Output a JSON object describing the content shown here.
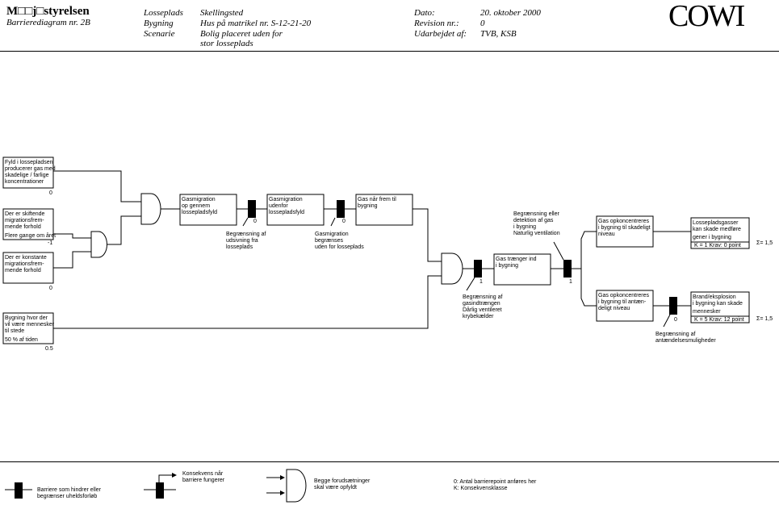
{
  "header": {
    "org": "M□□j□styrelsen",
    "subtitle": "Barrierediagram nr. 2B",
    "logo": "COWI",
    "fields": [
      {
        "label": "Lossеplads",
        "value": "Skellingsted"
      },
      {
        "label": "Bygning",
        "value": "Hus på matrikel nr. S-12-21-20"
      },
      {
        "label": "Scenarie",
        "value": "Bolig placeret uden for"
      },
      {
        "label": "",
        "value": "stor losseplads"
      }
    ],
    "meta": [
      {
        "label": "Dato:",
        "value": "20. oktober 2000"
      },
      {
        "label": "Revision nr.:",
        "value": "0"
      },
      {
        "label": "Udarbejdet af:",
        "value": "TVB, KSB"
      }
    ]
  },
  "diagram": {
    "inputs": [
      {
        "lines": [
          "Fyld i lossepladsen",
          "producerer gas med",
          "skadelige / farlige",
          "koncentrationer"
        ],
        "value": "0"
      },
      {
        "lines": [
          "Der er skiftende",
          "migrationsfrem-",
          "mende forhold",
          "Flere gange om året"
        ],
        "value": "-1"
      },
      {
        "lines": [
          "Der er konstante",
          "migrationsfrem-",
          "mende forhold"
        ],
        "value": "0"
      },
      {
        "lines": [
          "Bygning hvor der",
          "vil være mennesker",
          "til stede",
          "50 % af tiden"
        ],
        "value": "0.5"
      }
    ],
    "events": [
      {
        "lines": [
          "Gasmigration",
          "op gennem",
          "lossepladsfyld"
        ]
      },
      {
        "lines": [
          "Gasmigration",
          "udenfor",
          "lossepladsfyld"
        ]
      },
      {
        "lines": [
          "Gas når frem til",
          "bygning"
        ]
      },
      {
        "lines": [
          "Gas trænger ind",
          "i bygning"
        ]
      },
      {
        "lines": [
          "Gas opkoncentreres",
          "i bygning til skadeligt",
          "niveau"
        ]
      },
      {
        "lines": [
          "Gas opkoncentreres",
          "i bygning til antæn-",
          "deligt niveau"
        ]
      }
    ],
    "barriers": [
      {
        "value": "0",
        "lines": [
          "Begrænsning af",
          "udsivning fra",
          "losseplads"
        ]
      },
      {
        "value": "0",
        "lines": [
          "Gasmigration",
          "begrænses",
          "uden for losseplads"
        ]
      },
      {
        "value": "1",
        "lines": [
          "Begrænsning af",
          "gasindtrængen",
          "Dårlig ventileret",
          "krybekælder"
        ]
      },
      {
        "value": "1",
        "lines": [
          "Begrænsning eller",
          "detektion af gas",
          "i bygning",
          "Naturlig ventilation"
        ]
      },
      {
        "value": "0",
        "lines": [
          "Begrænsning af",
          "antændelsesmuligheder"
        ]
      }
    ],
    "consequences": [
      {
        "lines": [
          "Lossepladsgasser",
          "kan skade medføre",
          "gener i bygning"
        ],
        "k": "K = 1 Krav: 0 point",
        "sigma": "Σ=  1,5"
      },
      {
        "lines": [
          "Brand/eksplosion",
          "i bygning kan skade",
          "mennesker"
        ],
        "k": "K = 5 Krav: 12 point",
        "sigma": "Σ=  1,5"
      }
    ]
  },
  "legend": {
    "barrier": [
      "Barriere som hindrer eller",
      "begrænser uheldsforløb"
    ],
    "consequence": [
      "Konsekvens når",
      "barriere fungerer"
    ],
    "and_gate": [
      "Begge forudsætninger",
      "skal være opfyldt"
    ],
    "notes": [
      "0: Antal barrierepoint anføres her",
      "K: Konsekvensklasse"
    ]
  }
}
